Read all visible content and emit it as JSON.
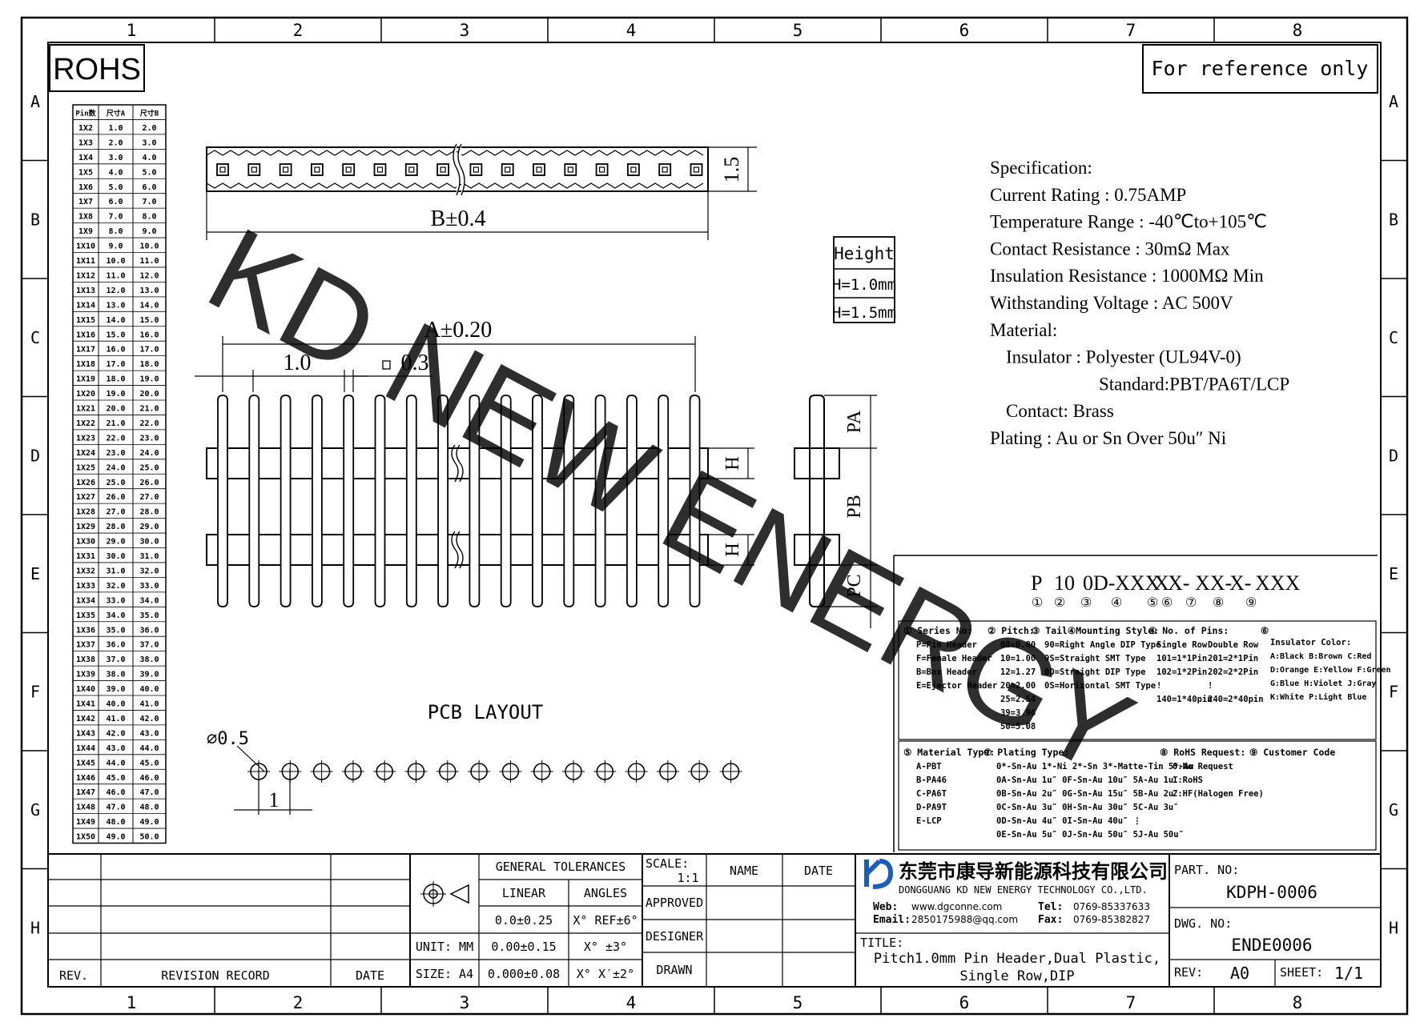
{
  "rohs": "ROHS",
  "reference_note": "For reference only",
  "watermark": "KD NEW ENERGY",
  "zones": {
    "cols": [
      "1",
      "2",
      "3",
      "4",
      "5",
      "6",
      "7",
      "8"
    ],
    "rows": [
      "A",
      "B",
      "C",
      "D",
      "E",
      "F",
      "G",
      "H"
    ]
  },
  "pin_table": {
    "headers": [
      "Pin数",
      "尺寸A",
      "尺寸B"
    ],
    "rows": [
      [
        "1X2",
        "1.0",
        "2.0"
      ],
      [
        "1X3",
        "2.0",
        "3.0"
      ],
      [
        "1X4",
        "3.0",
        "4.0"
      ],
      [
        "1X5",
        "4.0",
        "5.0"
      ],
      [
        "1X6",
        "5.0",
        "6.0"
      ],
      [
        "1X7",
        "6.0",
        "7.0"
      ],
      [
        "1X8",
        "7.0",
        "8.0"
      ],
      [
        "1X9",
        "8.0",
        "9.0"
      ],
      [
        "1X10",
        "9.0",
        "10.0"
      ],
      [
        "1X11",
        "10.0",
        "11.0"
      ],
      [
        "1X12",
        "11.0",
        "12.0"
      ],
      [
        "1X13",
        "12.0",
        "13.0"
      ],
      [
        "1X14",
        "13.0",
        "14.0"
      ],
      [
        "1X15",
        "14.0",
        "15.0"
      ],
      [
        "1X16",
        "15.0",
        "16.0"
      ],
      [
        "1X17",
        "16.0",
        "17.0"
      ],
      [
        "1X18",
        "17.0",
        "18.0"
      ],
      [
        "1X19",
        "18.0",
        "19.0"
      ],
      [
        "1X20",
        "19.0",
        "20.0"
      ],
      [
        "1X21",
        "20.0",
        "21.0"
      ],
      [
        "1X22",
        "21.0",
        "22.0"
      ],
      [
        "1X23",
        "22.0",
        "23.0"
      ],
      [
        "1X24",
        "23.0",
        "24.0"
      ],
      [
        "1X25",
        "24.0",
        "25.0"
      ],
      [
        "1X26",
        "25.0",
        "26.0"
      ],
      [
        "1X27",
        "26.0",
        "27.0"
      ],
      [
        "1X28",
        "27.0",
        "28.0"
      ],
      [
        "1X29",
        "28.0",
        "29.0"
      ],
      [
        "1X30",
        "29.0",
        "30.0"
      ],
      [
        "1X31",
        "30.0",
        "31.0"
      ],
      [
        "1X32",
        "31.0",
        "32.0"
      ],
      [
        "1X33",
        "32.0",
        "33.0"
      ],
      [
        "1X34",
        "33.0",
        "34.0"
      ],
      [
        "1X35",
        "34.0",
        "35.0"
      ],
      [
        "1X36",
        "35.0",
        "36.0"
      ],
      [
        "1X37",
        "36.0",
        "37.0"
      ],
      [
        "1X38",
        "37.0",
        "38.0"
      ],
      [
        "1X39",
        "38.0",
        "39.0"
      ],
      [
        "1X40",
        "39.0",
        "40.0"
      ],
      [
        "1X41",
        "40.0",
        "41.0"
      ],
      [
        "1X42",
        "41.0",
        "42.0"
      ],
      [
        "1X43",
        "42.0",
        "43.0"
      ],
      [
        "1X44",
        "43.0",
        "44.0"
      ],
      [
        "1X45",
        "44.0",
        "45.0"
      ],
      [
        "1X46",
        "45.0",
        "46.0"
      ],
      [
        "1X47",
        "46.0",
        "47.0"
      ],
      [
        "1X48",
        "47.0",
        "48.0"
      ],
      [
        "1X49",
        "48.0",
        "49.0"
      ],
      [
        "1X50",
        "49.0",
        "50.0"
      ]
    ]
  },
  "dims": {
    "top_height": "1.5",
    "b_tol": "B±0.4",
    "a_tol": "A±0.20",
    "pitch": "1.0",
    "pin_size": "0.3",
    "h": "H",
    "pa": "PA",
    "pb": "PB",
    "pc": "PC",
    "hole_dia": "⌀0.5",
    "hole_pitch": "1"
  },
  "height_table": {
    "title": "Height",
    "rows": [
      "H=1.0mm",
      "H=1.5mm"
    ]
  },
  "pcb_layout": "PCB LAYOUT",
  "spec": {
    "lines": [
      "Specification:",
      "Current Rating : 0.75AMP",
      "Temperature Range : -40℃to+105℃",
      "Contact Resistance : 30mΩ Max",
      "Insulation Resistance : 1000MΩ Min",
      "Withstanding Voltage : AC 500V",
      "Material:",
      "Insulator : Polyester (UL94V-0)",
      "Standard:PBT/PA6T/LCP",
      "Contact: Brass",
      "Plating : Au or Sn Over 50u″ Ni"
    ]
  },
  "part_code": {
    "segments": [
      "P",
      "10",
      "0D-",
      "XXX",
      "X",
      "X-",
      "XX-",
      "X-",
      "XXX"
    ],
    "circles": [
      "①",
      "②",
      "③",
      "④",
      "⑤",
      "⑥",
      "⑦",
      "⑧",
      "⑨"
    ]
  },
  "legend": {
    "series": {
      "title": "① Series No:",
      "items": [
        "P=Pin Header",
        "F=Female Header",
        "B=Box Header",
        "E=Ejector Header"
      ]
    },
    "pitch": {
      "title": "② Pitch:",
      "items": [
        "08=0.80",
        "10=1.00",
        "12=1.27",
        "20=2.00",
        "25=2.54",
        "39=3.96",
        "50=5.08"
      ]
    },
    "tail": {
      "title": "③ Tail④Mounting Style:",
      "items": [
        "90=Right Angle DIP Type",
        "9S=Straight SMT Type",
        "0D=Straight DIP Type",
        "0S=Horizontal SMT Type"
      ]
    },
    "pins": {
      "title": "④ No. of Pins:",
      "col_a": "Single Row",
      "col_b": "Double Row",
      "items_a": [
        "101=1*1Pin",
        "102=1*2Pin",
        "!",
        "140=1*40pin"
      ],
      "items_b": [
        "201=2*1Pin",
        "202=2*2Pin",
        "!",
        "240=2*40pin"
      ]
    },
    "color": {
      "title": "⑥",
      "label": "Insulator Color:",
      "items": [
        "A:Black  B:Brown  C:Red",
        "D:Orange E:Yellow F:Green",
        "G:Blue   H:Violet J:Gray",
        "K:White  P:Light Blue"
      ]
    },
    "material": {
      "title": "⑤ Material Type:",
      "items": [
        "A-PBT",
        "B-PA46",
        "C-PA6T",
        "D-PA9T",
        "E-LCP"
      ]
    },
    "plating": {
      "title": "⑦ Plating Type:",
      "items": [
        "0*-Sn-Au 1*-Ni 2*-Sn 3*-Matte-Tin 5*-Au",
        "0A-Sn-Au 1u″ 0F-Sn-Au 10u″ 5A-Au 1u″",
        "0B-Sn-Au 2u″ 0G-Sn-Au 15u″ 5B-Au 2u″",
        "0C-Sn-Au 3u″ 0H-Sn-Au 30u″ 5C-Au 3u″",
        "0D-Sn-Au 4u″ 0I-Sn-Au 40u″   ⋮",
        "0E-Sn-Au 5u″ 0J-Sn-Au 50u″ 5J-Au 50u″"
      ]
    },
    "rohs_req": {
      "title": "⑧ RoHS Request:",
      "items": [
        "0:No Request",
        "1:RoHS",
        "2:HF(Halogen Free)"
      ]
    },
    "customer": {
      "title": "⑨ Customer Code"
    }
  },
  "title_block": {
    "rev": "REV.",
    "revision_record": "REVISION RECORD",
    "date": "DATE",
    "general_tolerances": "GENERAL TOLERANCES",
    "linear": "LINEAR",
    "angles": "ANGLES",
    "tol_rows": [
      [
        "0.0±0.25",
        "X° REF±6°"
      ],
      [
        "0.00±0.15",
        "X° ±3°"
      ],
      [
        "0.000±0.08",
        "X° X′±2°"
      ]
    ],
    "unit": "UNIT: MM",
    "size": "SIZE: A4",
    "scale_label": "SCALE:",
    "scale": "1:1",
    "name": "NAME",
    "date2": "DATE",
    "approved": "APPROVED",
    "designer": "DESIGNER",
    "drawn": "DRAWN",
    "company_cn": "东莞市康导新能源科技有限公司",
    "company_en": "DONGGUANG KD NEW ENERGY TECHNOLOGY CO.,LTD.",
    "web_label": "Web:",
    "web": "www.dgconne.com",
    "tel_label": "Tel:",
    "tel": "0769-85337633",
    "email_label": "Email:",
    "email": "2850175988@qq.com",
    "fax_label": "Fax:",
    "fax": "0769-85382827",
    "title_label": "TITLE:",
    "title_line1": "Pitch1.0mm Pin Header,Dual Plastic,",
    "title_line2": "Single Row,DIP",
    "part_no_label": "PART. NO:",
    "part_no": "KDPH-0006",
    "dwg_no_label": "DWG. NO:",
    "dwg_no": "ENDE0006",
    "rev_label": "REV:",
    "rev_value": "A0",
    "sheet_label": "SHEET:",
    "sheet_value": "1/1"
  },
  "colors": {
    "watermark": "#35e8ef",
    "logo": "#1a5fb4",
    "line": "#000000"
  }
}
